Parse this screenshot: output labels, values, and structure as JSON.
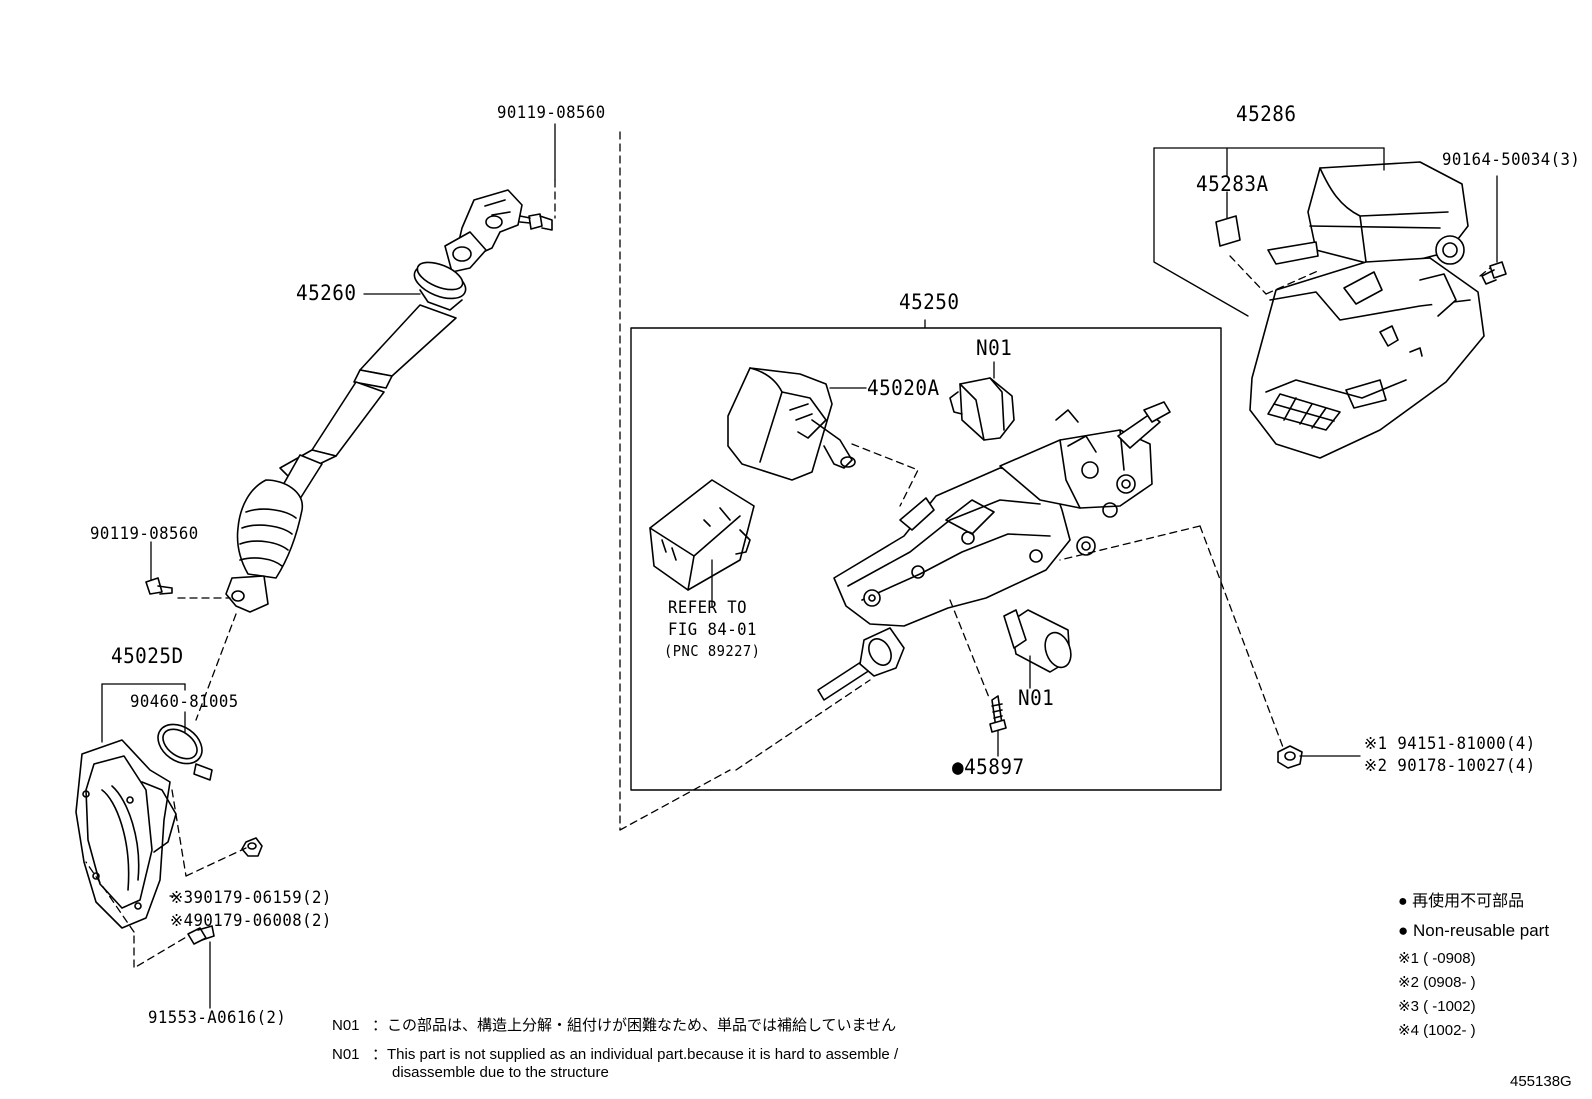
{
  "parts": {
    "p_90119_top": "90119-08560",
    "p_45260": "45260",
    "p_90119_mid": "90119-08560",
    "p_45025D": "45025D",
    "p_90460": "90460-81005",
    "p_90179_3": "※390179-06159(2)",
    "p_90179_4": "※490179-06008(2)",
    "p_91553": "91553-A0616(2)",
    "p_45250": "45250",
    "p_N01_a": "N01",
    "p_45020A": "45020A",
    "p_refer_1": "REFER TO",
    "p_refer_2": "FIG 84-01",
    "p_refer_3": "(PNC 89227)",
    "p_N01_b": "N01",
    "p_45897": "●45897",
    "p_45286": "45286",
    "p_45283A": "45283A",
    "p_90164": "90164-50034(3)",
    "p_94151": "※1 94151-81000(4)",
    "p_90178": "※2 90178-10027(4)"
  },
  "notes": {
    "n01_label_jp": "N01",
    "n01_text_jp": "：この部品は、構造上分解・組付けが困難なため、単品では補給していません",
    "n01_label_en": "N01",
    "n01_text_en_1": "：This part is not supplied as an individual part.because it is hard to assemble /",
    "n01_text_en_2": "disassemble due to the structure"
  },
  "legend": {
    "jp": "● 再使用不可部品",
    "en": "● Non-reusable part",
    "r1": "※1 (    -0908)",
    "r2": "※2 (0908-    )",
    "r3": "※3 (    -1002)",
    "r4": "※4 (1002-    )"
  },
  "figure_id": "455138G"
}
